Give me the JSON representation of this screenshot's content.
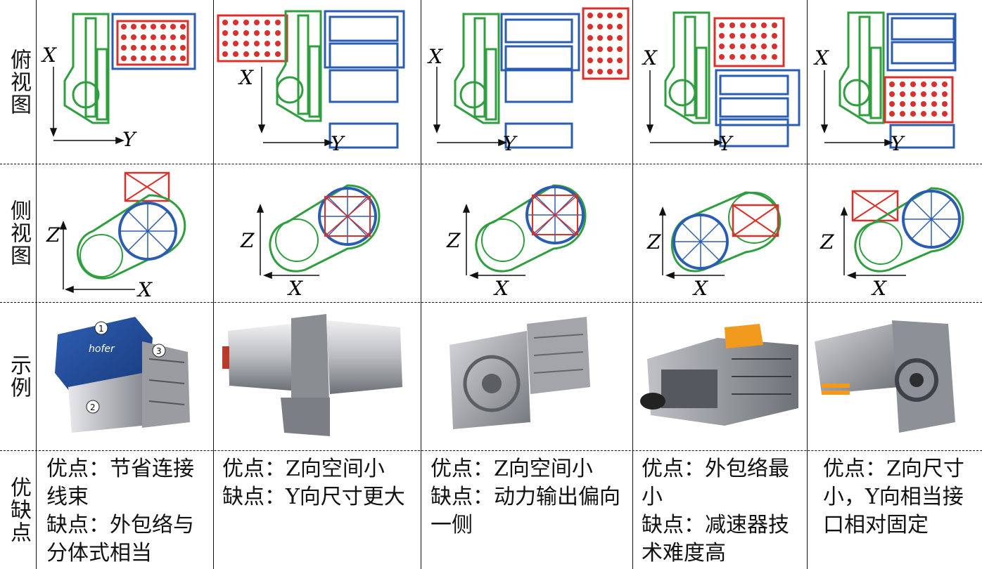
{
  "row_headers": {
    "top_view": "俯视图",
    "side_view": "侧视图",
    "example": "示例",
    "pros_cons": "优缺点"
  },
  "axes": {
    "x": "X",
    "y": "Y",
    "z": "Z"
  },
  "example_markers": [
    "1",
    "2",
    "3"
  ],
  "example_brand": "hofer",
  "colors": {
    "green": "#2e9e3e",
    "blue": "#2a5db0",
    "red": "#d9302c"
  },
  "columns": [
    {
      "pros_cons": "优点：节省连接线束\n缺点：外包络与分体式相当"
    },
    {
      "pros_cons": "优点：Z向空间小\n缺点：Y向尺寸更大"
    },
    {
      "pros_cons": "优点：Z向空间小\n缺点：动力输出偏向一侧"
    },
    {
      "pros_cons": "优点：外包络最小\n缺点：减速器技术难度高"
    },
    {
      "pros_cons": "优点：Z向尺寸小，Y向相当接口相对固定"
    }
  ]
}
